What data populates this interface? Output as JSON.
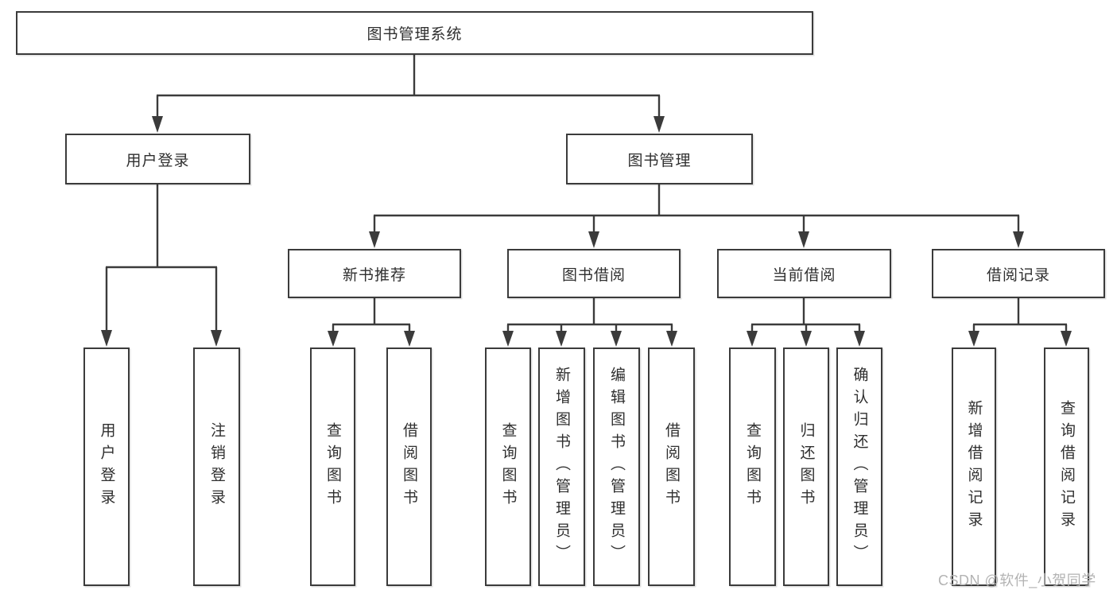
{
  "diagram": {
    "title_note": "functional structure tree of a library management system",
    "root": {
      "label": "图书管理系统"
    },
    "level2": [
      {
        "label": "用户登录"
      },
      {
        "label": "图书管理"
      }
    ],
    "level3": [
      {
        "label": "新书推荐"
      },
      {
        "label": "图书借阅"
      },
      {
        "label": "当前借阅"
      },
      {
        "label": "借阅记录"
      }
    ],
    "leaves": [
      {
        "label": "用户登录"
      },
      {
        "label": "注销登录"
      },
      {
        "label": "查询图书"
      },
      {
        "label": "借阅图书"
      },
      {
        "label": "查询图书"
      },
      {
        "label": "新增图书（管理员）"
      },
      {
        "label": "编辑图书（管理员）"
      },
      {
        "label": "借阅图书"
      },
      {
        "label": "查询图书"
      },
      {
        "label": "归还图书"
      },
      {
        "label": "确认归还（管理员）"
      },
      {
        "label": "新增借阅记录"
      },
      {
        "label": "查询借阅记录"
      }
    ],
    "colors": {
      "line": "#3b3b3b",
      "box_border": "#3b3b3b",
      "text": "#2f2f2f",
      "background": "#ffffff",
      "watermark": "#b3b3b3"
    }
  },
  "watermark": {
    "text": "CSDN @软件_小贺同学"
  }
}
